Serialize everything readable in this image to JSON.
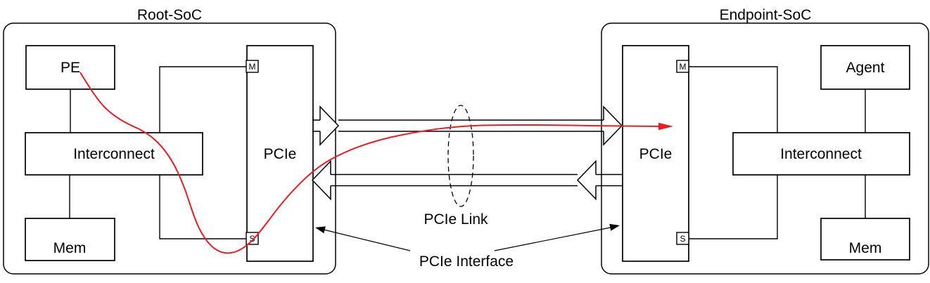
{
  "diagram": {
    "root_soc": {
      "title": "Root-SoC",
      "blocks": {
        "pe": "PE",
        "interconnect": "Interconnect",
        "mem": "Mem",
        "pcie": "PCIe"
      },
      "ports": {
        "master": "M",
        "slave": "S"
      }
    },
    "endpoint_soc": {
      "title": "Endpoint-SoC",
      "blocks": {
        "agent": "Agent",
        "interconnect": "Interconnect",
        "mem": "Mem",
        "pcie": "PCIe"
      },
      "ports": {
        "master": "M",
        "slave": "S"
      }
    },
    "labels": {
      "pcie_link": "PCIe Link",
      "pcie_interface": "PCIe Interface"
    },
    "colors": {
      "stroke": "#000000",
      "highlight_red": "#ed1c24",
      "fill": "#ffffff"
    }
  }
}
